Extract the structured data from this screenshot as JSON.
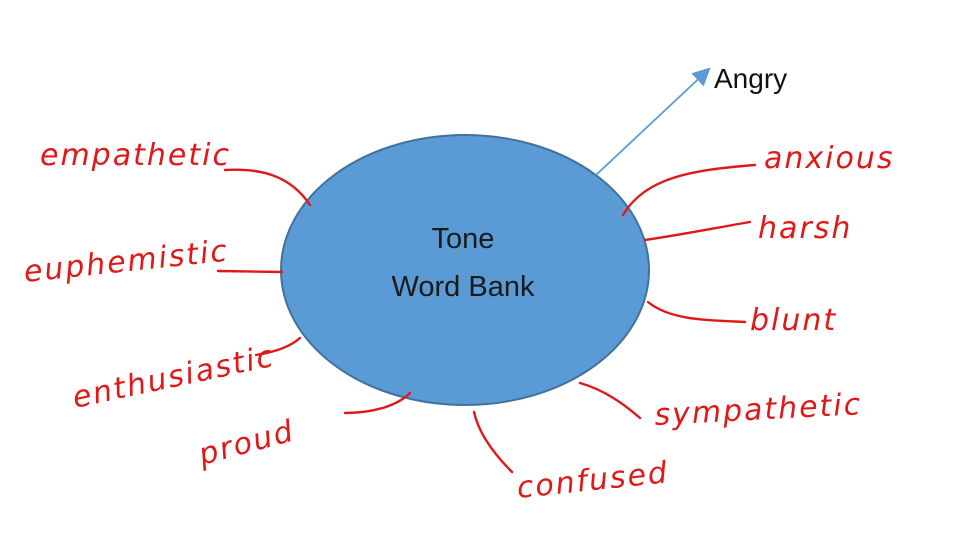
{
  "center": {
    "line1": "Tone",
    "line2": "Word Bank"
  },
  "arrow_label": "Angry",
  "words": {
    "empathetic": "empathetic",
    "euphemistic": "euphemistic",
    "enthusiastic": "enthusiastic",
    "proud": "proud",
    "confused": "confused",
    "anxious": "anxious",
    "harsh": "harsh",
    "blunt": "blunt",
    "sympathetic": "sympathetic"
  },
  "colors": {
    "ellipse_fill": "#5b9bd5",
    "ellipse_stroke": "#41719c",
    "ink": "#e01818",
    "arrow": "#5b9bd5"
  }
}
